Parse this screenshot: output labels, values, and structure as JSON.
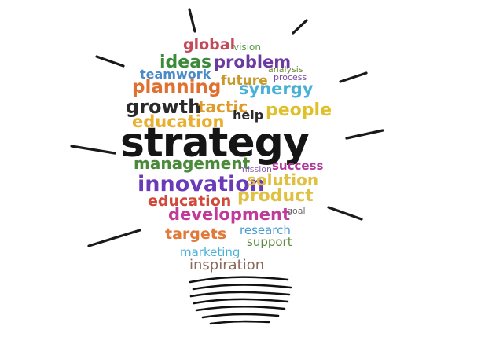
{
  "colors": {
    "background": "#ffffff",
    "rays": "#1a1a1a",
    "coil": "#111111"
  },
  "words": [
    {
      "id": "global",
      "text": "global",
      "color": "#c44a5a"
    },
    {
      "id": "vision",
      "text": "vision",
      "color": "#5a9a4a"
    },
    {
      "id": "ideas",
      "text": "ideas",
      "color": "#3a8a3a"
    },
    {
      "id": "problem",
      "text": "problem",
      "color": "#6a3aa0"
    },
    {
      "id": "analysis",
      "text": "analysis",
      "color": "#6a8a3a"
    },
    {
      "id": "teamwork",
      "text": "teamwork",
      "color": "#4a8ac8"
    },
    {
      "id": "process",
      "text": "process",
      "color": "#7a4aa0"
    },
    {
      "id": "planning",
      "text": "planning",
      "color": "#e07030"
    },
    {
      "id": "future",
      "text": "future",
      "color": "#c89a2a"
    },
    {
      "id": "synergy",
      "text": "synergy",
      "color": "#4ab0d8"
    },
    {
      "id": "growth",
      "text": "growth",
      "color": "#2a2a2a"
    },
    {
      "id": "tactic",
      "text": "tactic",
      "color": "#e09a2a"
    },
    {
      "id": "education-top",
      "text": "education",
      "color": "#e8b030"
    },
    {
      "id": "help",
      "text": "help",
      "color": "#2a2a2a"
    },
    {
      "id": "people",
      "text": "people",
      "color": "#e0c02a"
    },
    {
      "id": "strategy",
      "text": "strategy",
      "color": "#151515"
    },
    {
      "id": "management",
      "text": "management",
      "color": "#4a8a3a"
    },
    {
      "id": "mission",
      "text": "mission",
      "color": "#8a5ab0"
    },
    {
      "id": "success",
      "text": "success",
      "color": "#b03a9a"
    },
    {
      "id": "innovation",
      "text": "innovation",
      "color": "#6a3ab8"
    },
    {
      "id": "solution",
      "text": "solution",
      "color": "#e0c040"
    },
    {
      "id": "education-mid",
      "text": "education",
      "color": "#d04a3a"
    },
    {
      "id": "product",
      "text": "product",
      "color": "#e0c040"
    },
    {
      "id": "development",
      "text": "development",
      "color": "#c03a9a"
    },
    {
      "id": "goal",
      "text": "goal",
      "color": "#6a6a6a"
    },
    {
      "id": "targets",
      "text": "targets",
      "color": "#e07a3a"
    },
    {
      "id": "research",
      "text": "research",
      "color": "#4a9ad0"
    },
    {
      "id": "marketing",
      "text": "marketing",
      "color": "#4ab0d8"
    },
    {
      "id": "support",
      "text": "support",
      "color": "#5a8a3a"
    },
    {
      "id": "inspiration",
      "text": "inspiration",
      "color": "#8a6a5a"
    }
  ]
}
